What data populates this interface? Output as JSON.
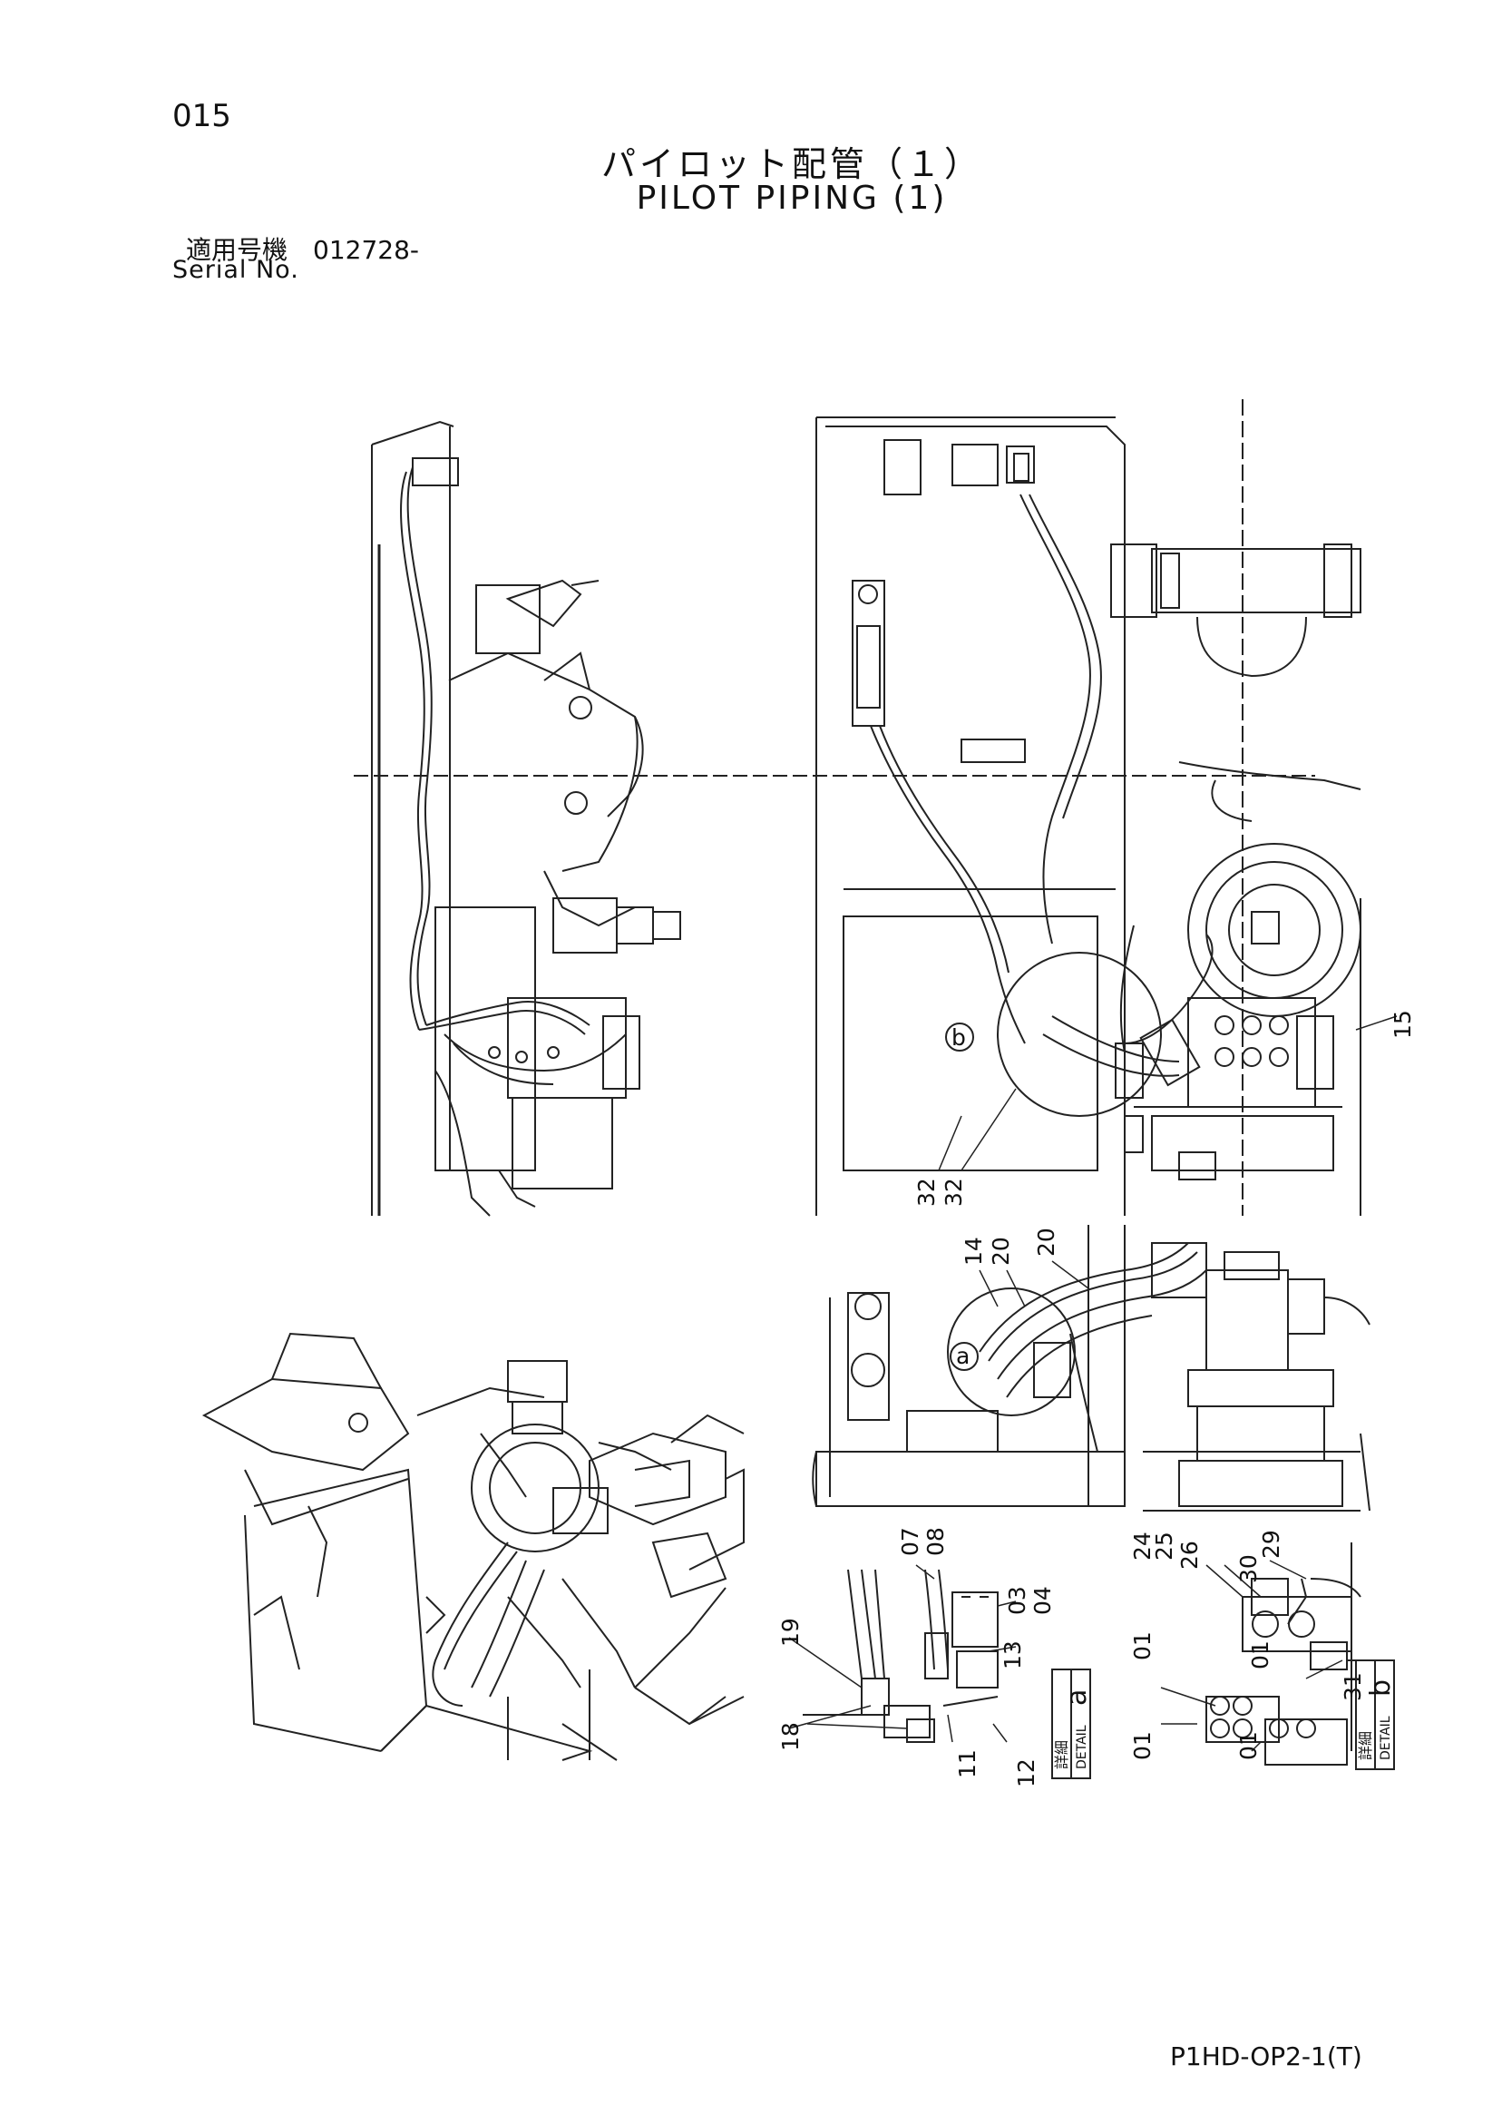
{
  "page": {
    "number": "015",
    "title_jp": "パイロット配管（１）",
    "title_en": "PILOT PIPING (1)",
    "serial_jp": "適用号機　012728-",
    "serial_en": "Serial No.",
    "doc_code": "P1HD-OP2-1(T)"
  },
  "callouts": {
    "c15": "15",
    "c32a": "32",
    "c32b": "32",
    "c14": "14",
    "c20a": "20",
    "c20b": "20",
    "c29": "29",
    "c24": "24",
    "c25": "25",
    "c26": "26",
    "c30": "30",
    "c31": "31",
    "c07": "07",
    "c08": "08",
    "c03": "03",
    "c04": "04",
    "c13": "13",
    "c19": "19",
    "c18": "18",
    "c11": "11",
    "c12": "12",
    "c01a": "01",
    "c01b": "01",
    "c01c": "01",
    "c01d": "01"
  },
  "detail_markers": {
    "a": "a",
    "b": "b",
    "detail_a_letter": "a",
    "detail_b_letter": "b",
    "detail_a_jp": "詳細",
    "detail_b_jp": "詳細",
    "detail_a_en": "DETAIL",
    "detail_b_en": "DETAIL"
  }
}
